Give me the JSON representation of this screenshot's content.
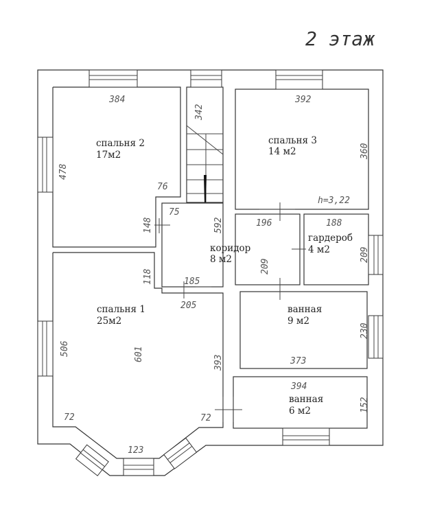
{
  "title": "2 этаж",
  "ceiling_height": "h=3,22",
  "rooms": {
    "bedroom2": {
      "name": "спальня 2",
      "area": "17м2"
    },
    "bedroom3": {
      "name": "спальня 3",
      "area": "14 м2"
    },
    "corridor": {
      "name": "коридор",
      "area": "8 м2"
    },
    "wardrobe": {
      "name": "гардероб",
      "area": "4 м2"
    },
    "bedroom1": {
      "name": "спальня 1",
      "area": "25м2"
    },
    "bath1": {
      "name": "ванная",
      "area": "9 м2"
    },
    "bath2": {
      "name": "ванная",
      "area": "6 м2"
    }
  },
  "dims": {
    "b2_width": "384",
    "stair_len": "342",
    "b2_height": "478",
    "b2_step": "76",
    "cor_step": "75",
    "cor_148": "148",
    "cor_592": "592",
    "cor_209": "209",
    "b1_118": "118",
    "cor_185": "185",
    "b1_205": "205",
    "b3_width": "392",
    "b3_height": "360",
    "cor_196": "196",
    "wr_width": "188",
    "wr_height": "209",
    "b1_height": "506",
    "b1_601": "601",
    "b1_393": "393",
    "bath1_height": "230",
    "bath1_width": "373",
    "bath2_width": "394",
    "bath2_height": "152",
    "bay_left": "72",
    "bay_right": "72",
    "bay_mid": "123"
  }
}
